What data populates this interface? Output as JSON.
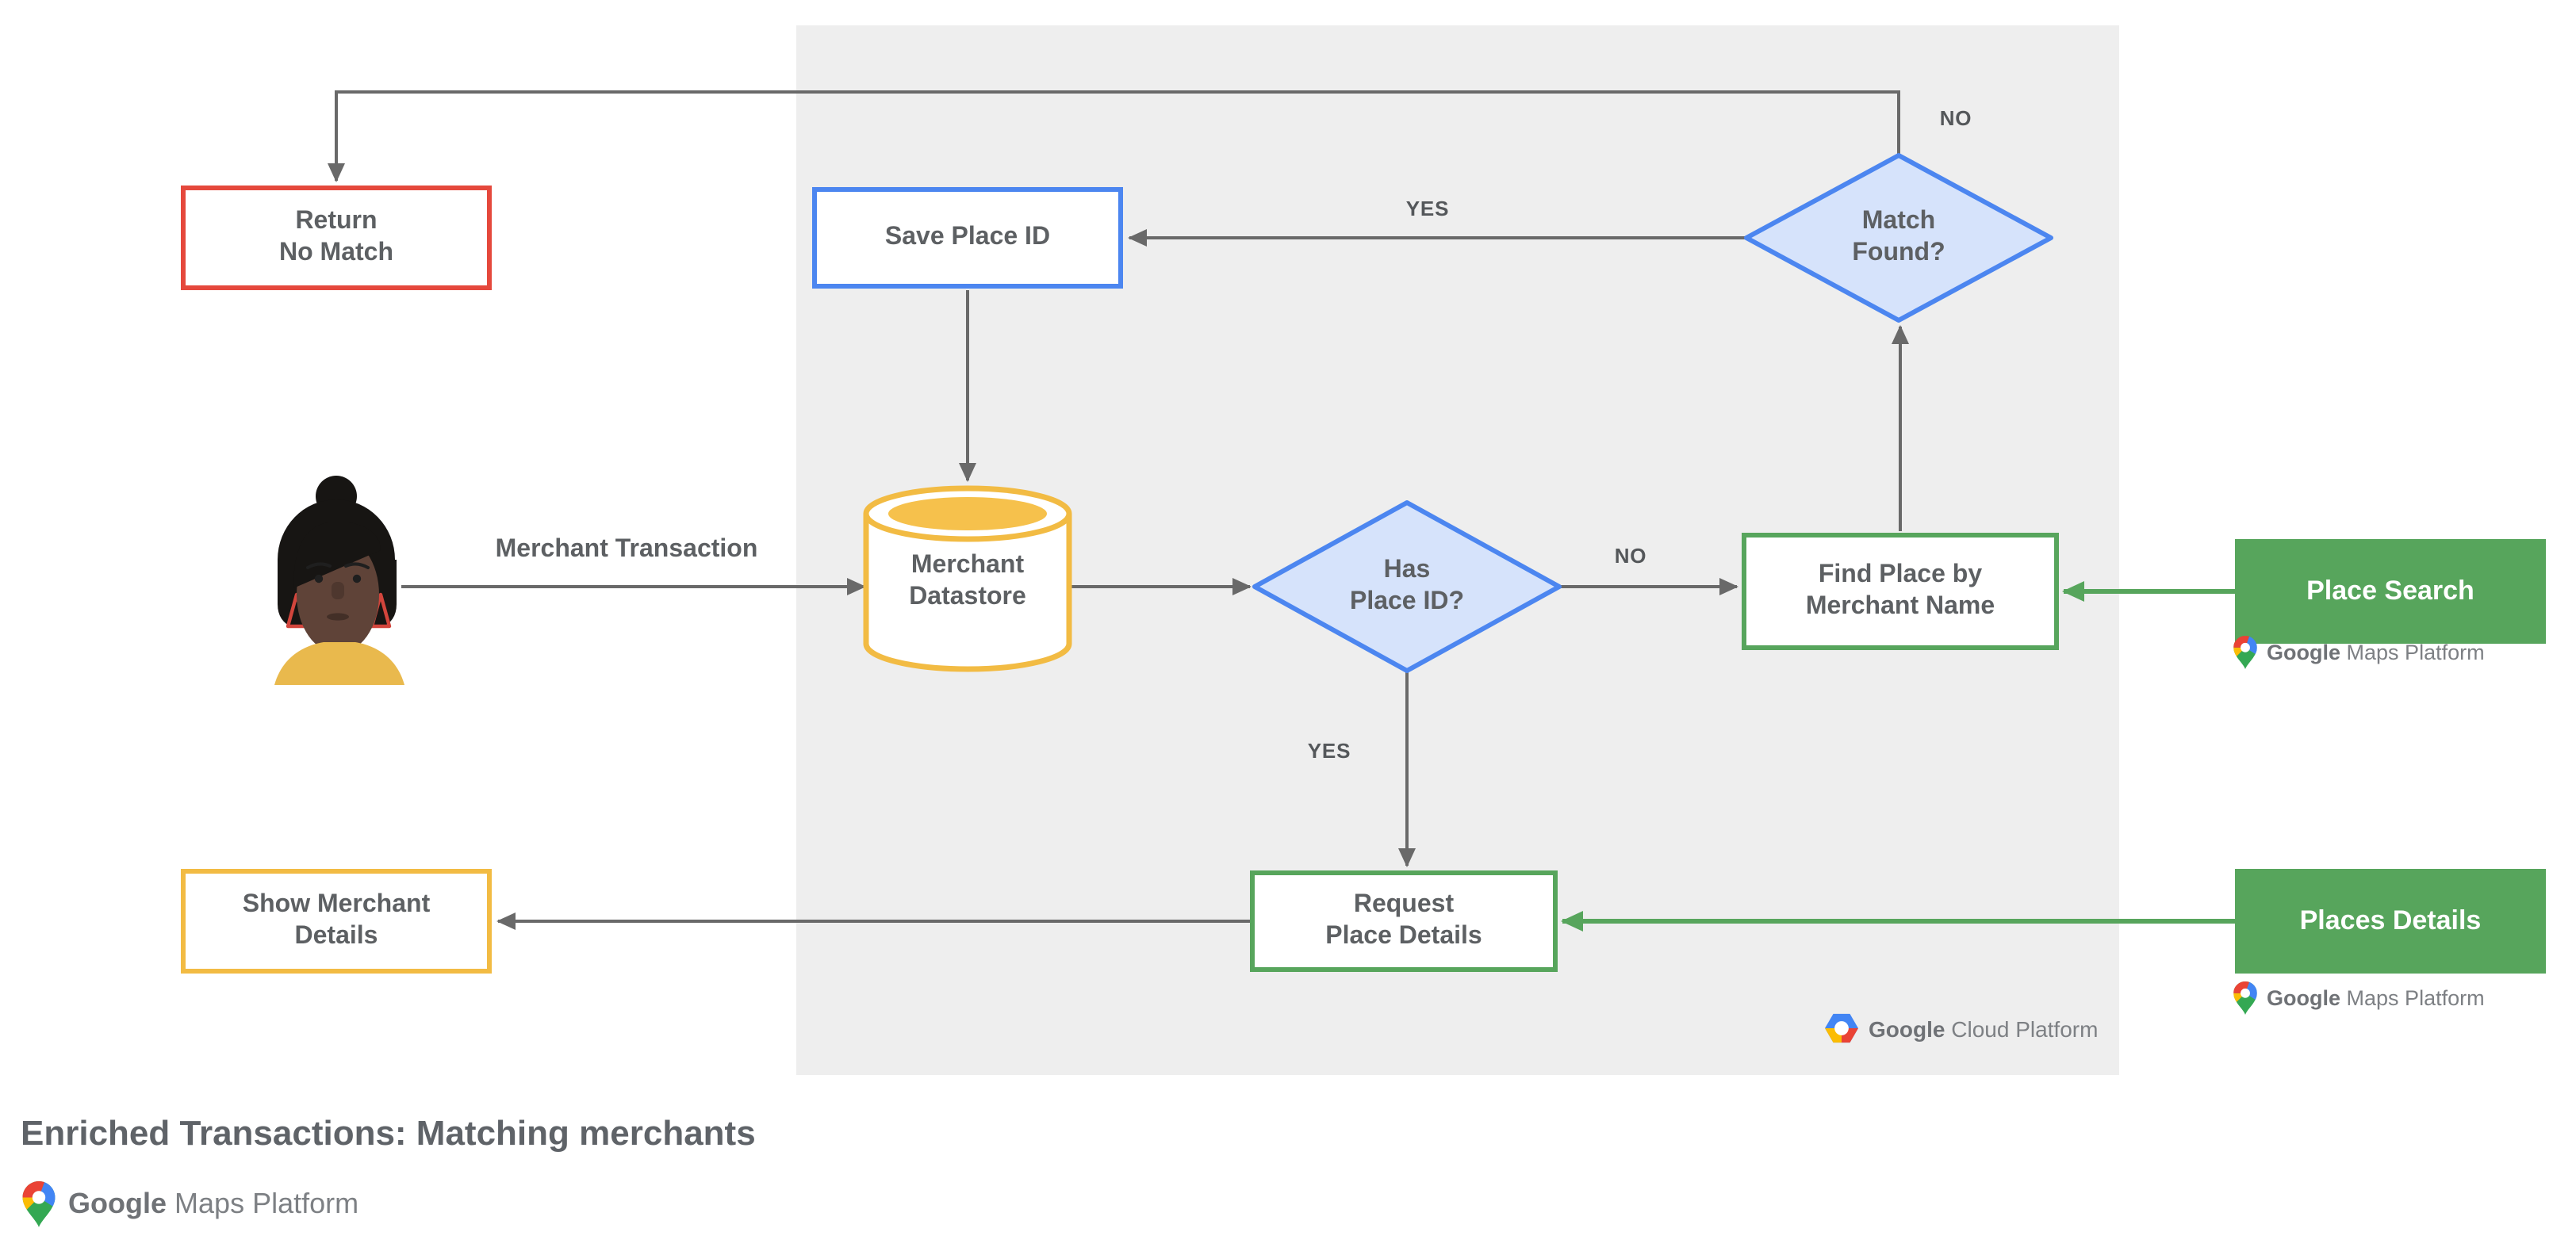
{
  "title": "Enriched Transactions: Matching merchants",
  "panel": {
    "bg_color": "#eeeeee"
  },
  "colors": {
    "red": "#e5483c",
    "blue": "#4c86f0",
    "blue_fill": "#d6e3fb",
    "yellow": "#f2bb43",
    "yellow_dark_fill": "#f6c14c",
    "green": "#57a55c",
    "connector_gray": "#696969",
    "label_text": "#5d6063"
  },
  "nodes": {
    "return_no_match": "Return\nNo Match",
    "save_place_id": "Save Place ID",
    "match_found": "Match\nFound?",
    "merchant_datastore": "Merchant\nDatastore",
    "has_place_id": "Has\nPlace ID?",
    "find_place_by_merchant_name": "Find Place by\nMerchant Name",
    "place_search": "Place Search",
    "request_place_details": "Request\nPlace Details",
    "places_details": "Places Details",
    "show_merchant_details": "Show Merchant\nDetails"
  },
  "edge_labels": {
    "match_found_no": "NO",
    "match_found_yes": "YES",
    "has_place_id_no": "NO",
    "has_place_id_yes": "YES"
  },
  "flow_label": "Merchant Transaction",
  "logos": {
    "google": "Google",
    "maps_platform_rest": "Maps Platform",
    "cloud_platform_rest": "Cloud Platform"
  }
}
